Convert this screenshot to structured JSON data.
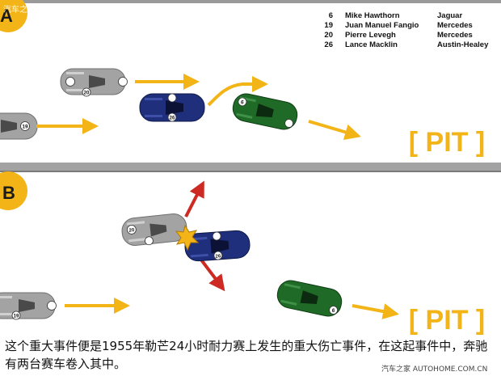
{
  "panels": [
    {
      "label": "A",
      "pit_label": "[ PIT ]"
    },
    {
      "label": "B",
      "pit_label": "[ PIT ]"
    }
  ],
  "legend": [
    {
      "number": "6",
      "driver": "Mike Hawthorn",
      "team": "Jaguar"
    },
    {
      "number": "19",
      "driver": "Juan Manuel Fangio",
      "team": "Mercedes"
    },
    {
      "number": "20",
      "driver": "Pierre Levegh",
      "team": "Mercedes"
    },
    {
      "number": "26",
      "driver": "Lance Macklin",
      "team": "Austin-Healey"
    }
  ],
  "car_numbers": {
    "jaguar": "6",
    "fangio": "19",
    "levegh": "20",
    "macklin": "26"
  },
  "colors": {
    "mercedes": "#a3a3a3",
    "macklin": "#1f2f7c",
    "jaguar": "#1f6a27",
    "arrow_yellow": "#f2b417",
    "arrow_red": "#cc2a22",
    "track": "#9a9a9a",
    "pit": "#f2b417"
  },
  "caption": "这个重大事件便是1955年勒芒24小时耐力赛上发生的重大伤亡事件，在这起事件中，奔驰有两台赛车卷入其中。",
  "watermark": "汽车之家 AUTOHOME.COM.CN",
  "watermark_top": "汽车之家"
}
